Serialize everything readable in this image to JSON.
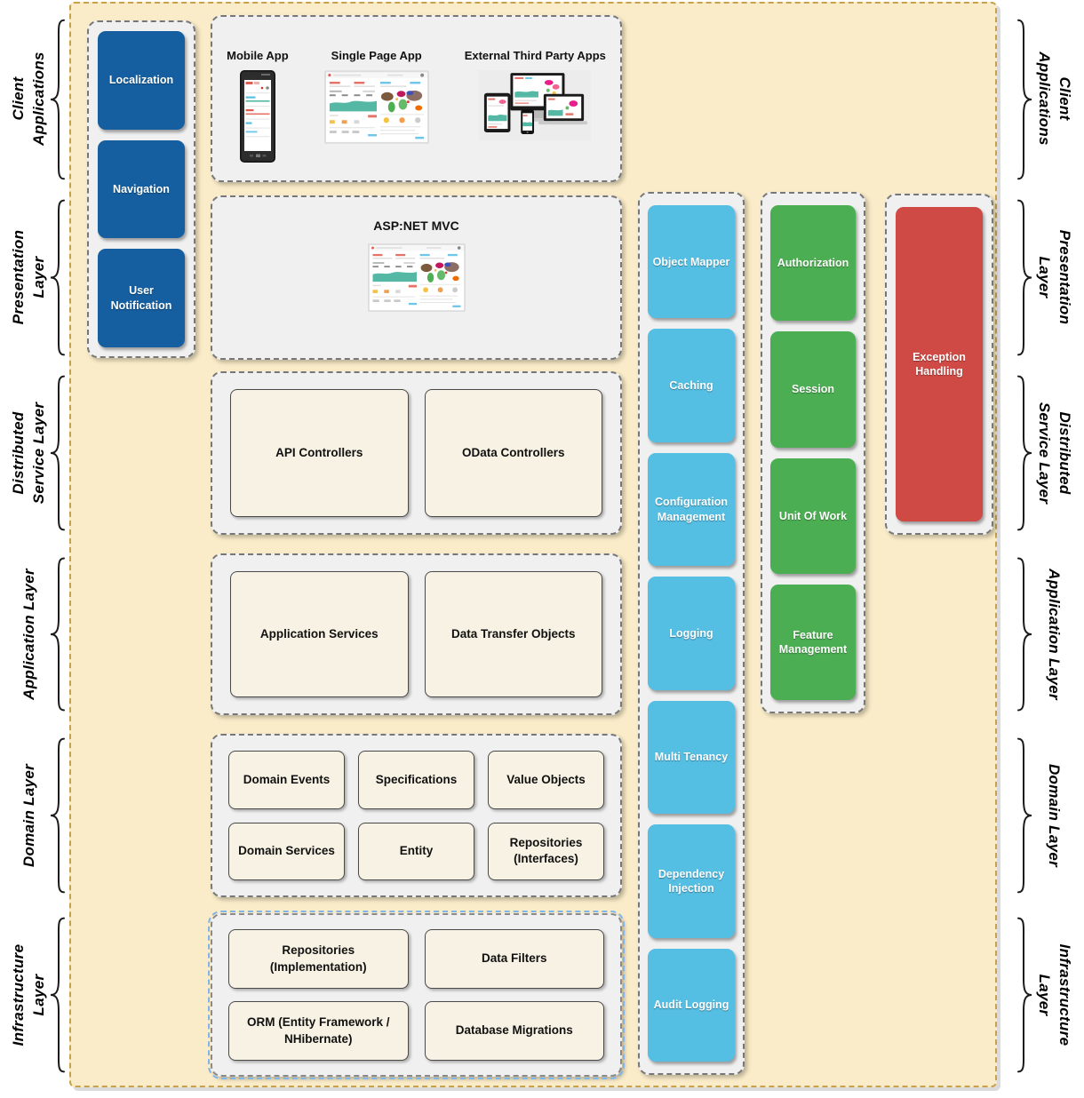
{
  "layer_labels": [
    "Client Applications",
    "Presentation Layer",
    "Distributed Service Layer",
    "Application Layer",
    "Domain Layer",
    "Infrastructure Layer"
  ],
  "sidebar": {
    "items": [
      "Localization",
      "Navigation",
      "User Notification"
    ]
  },
  "client_apps": {
    "items": [
      {
        "label": "Mobile App",
        "icon": "phone-mockup"
      },
      {
        "label": "Single Page App",
        "icon": "dashboard-mockup"
      },
      {
        "label": "External Third Party Apps",
        "icon": "devices-mockup"
      }
    ]
  },
  "presentation": {
    "title": "ASP:NET MVC",
    "icon": "dashboard-mockup"
  },
  "distributed": {
    "boxes": [
      "API Controllers",
      "OData Controllers"
    ]
  },
  "application": {
    "boxes": [
      "Application Services",
      "Data Transfer Objects"
    ]
  },
  "domain": {
    "boxes": [
      "Domain Events",
      "Specifications",
      "Value Objects",
      "Domain Services",
      "Entity",
      "Repositories (Interfaces)"
    ]
  },
  "infrastructure": {
    "boxes": [
      "Repositories (Implementation)",
      "Data Filters",
      "ORM (Entity Framework / NHibernate)",
      "Database Migrations"
    ]
  },
  "cross_cutting": {
    "utilities": [
      "Object Mapper",
      "Caching",
      "Configuration Management",
      "Logging",
      "Multi Tenancy",
      "Dependency Injection",
      "Audit Logging"
    ],
    "state": [
      "Authorization",
      "Session",
      "Unit Of Work",
      "Feature Management"
    ],
    "exception": "Exception Handling"
  },
  "colors": {
    "background": "#FAECC8",
    "border_gold": "#C8A14B",
    "panel_gray": "#F0F0F0",
    "box_blue": "#155FA0",
    "box_cyan": "#55BEE3",
    "box_green": "#4CAE52",
    "box_red": "#D04A45",
    "box_beige": "#F7F2E3",
    "infra_border_blue": "#7FB5E9"
  }
}
